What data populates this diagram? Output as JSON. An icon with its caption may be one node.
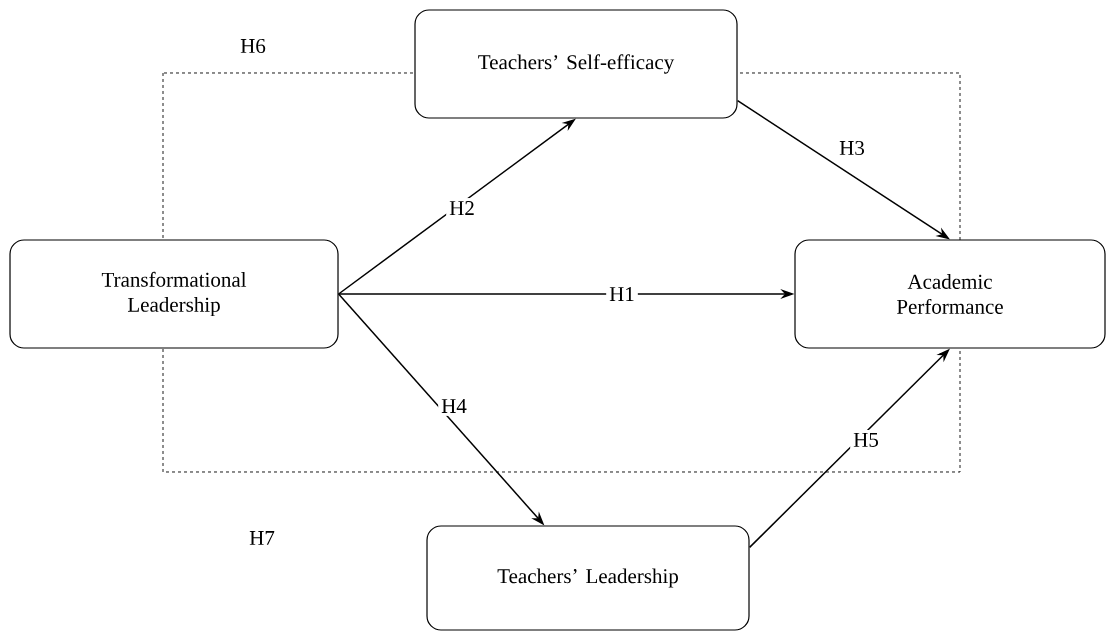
{
  "diagram": {
    "nodes": [
      {
        "text": [
          "Teachers’ Self-efficacy"
        ]
      },
      {
        "text": [
          "Transformational Leadership"
        ]
      },
      {
        "text": [
          "Academic Performance"
        ]
      },
      {
        "text": [
          "Teachers’ Leadership"
        ]
      }
    ],
    "edges": [
      {
        "from": 1,
        "to": 0,
        "arrow": "to",
        "label": "H2"
      },
      {
        "from": 0,
        "to": 2,
        "arrow": "to",
        "label": "H3"
      },
      {
        "from": 1,
        "to": 2,
        "arrow": "to",
        "label": "H1"
      },
      {
        "from": 1,
        "to": 3,
        "arrow": "to",
        "label": "H4"
      },
      {
        "from": 3,
        "to": 2,
        "arrow": "to",
        "label": "H5"
      }
    ],
    "labels": [
      "H6",
      "H7"
    ]
  }
}
